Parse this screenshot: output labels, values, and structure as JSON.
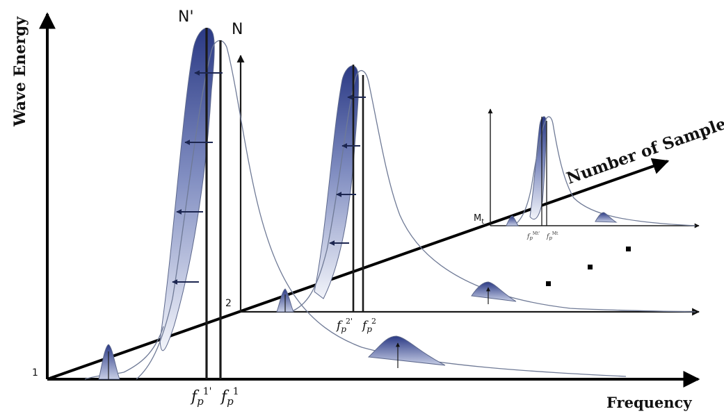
{
  "axes": {
    "y_label": "Wave Energy",
    "x_label": "Frequency",
    "depth_label": "Number of Samples"
  },
  "origin_labels": {
    "first": "1",
    "second": "2",
    "last": "M",
    "last_sub": "t"
  },
  "peak_labels": {
    "shifted": "N'",
    "original": "N"
  },
  "frequency_markers": {
    "sample1_shifted": {
      "base": "f",
      "sub": "p",
      "sup": "1'"
    },
    "sample1": {
      "base": "f",
      "sub": "p",
      "sup": "1"
    },
    "sample2_shifted": {
      "base": "f",
      "sub": "p",
      "sup": "2'"
    },
    "sample2": {
      "base": "f",
      "sub": "p",
      "sup": "2"
    },
    "sampleM_shifted": {
      "base": "f",
      "sub": "p",
      "sup": "Mt'"
    },
    "sampleM": {
      "base": "f",
      "sub": "p",
      "sup": "Mt"
    }
  },
  "colors": {
    "peak_dark": "#2b3a85",
    "peak_light": "#eef1f8",
    "axis": "#000000"
  }
}
